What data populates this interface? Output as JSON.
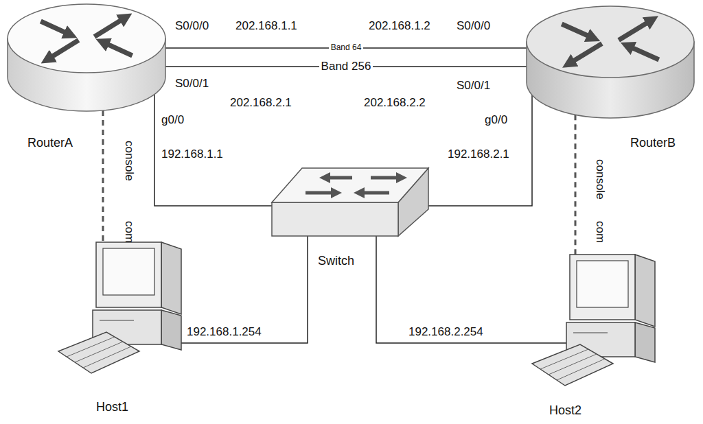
{
  "diagram": {
    "nodes": [
      {
        "text": [
          "RouterA"
        ]
      },
      {
        "text": [
          "RouterB"
        ]
      },
      {
        "text": [
          "Switch"
        ]
      },
      {
        "text": [
          "Host1"
        ]
      },
      {
        "text": [
          "Host2"
        ]
      }
    ],
    "edges": [
      {
        "from": 0,
        "to": 1,
        "arrow": "none",
        "label": "Band 64"
      },
      {
        "from": 0,
        "to": 1,
        "arrow": "none",
        "label": "Band 256"
      },
      {
        "from": 0,
        "to": 2,
        "arrow": "none"
      },
      {
        "from": 1,
        "to": 2,
        "arrow": "none"
      },
      {
        "from": 2,
        "to": 3,
        "arrow": "none"
      },
      {
        "from": 2,
        "to": 4,
        "arrow": "none"
      },
      {
        "from": 0,
        "to": 3,
        "arrow": "none"
      },
      {
        "from": 1,
        "to": 4,
        "arrow": "none"
      }
    ],
    "labels": [
      "S0/0/0",
      "202.168.1.1",
      "202.168.1.2",
      "S0/0/0",
      "S0/0/1",
      "202.168.2.1",
      "202.168.2.2",
      "S0/0/1",
      "g0/0",
      "192.168.1.1",
      "g0/0",
      "192.168.2.1",
      "console",
      "com",
      "console",
      "com",
      "192.168.1.254",
      "192.168.2.254"
    ]
  }
}
